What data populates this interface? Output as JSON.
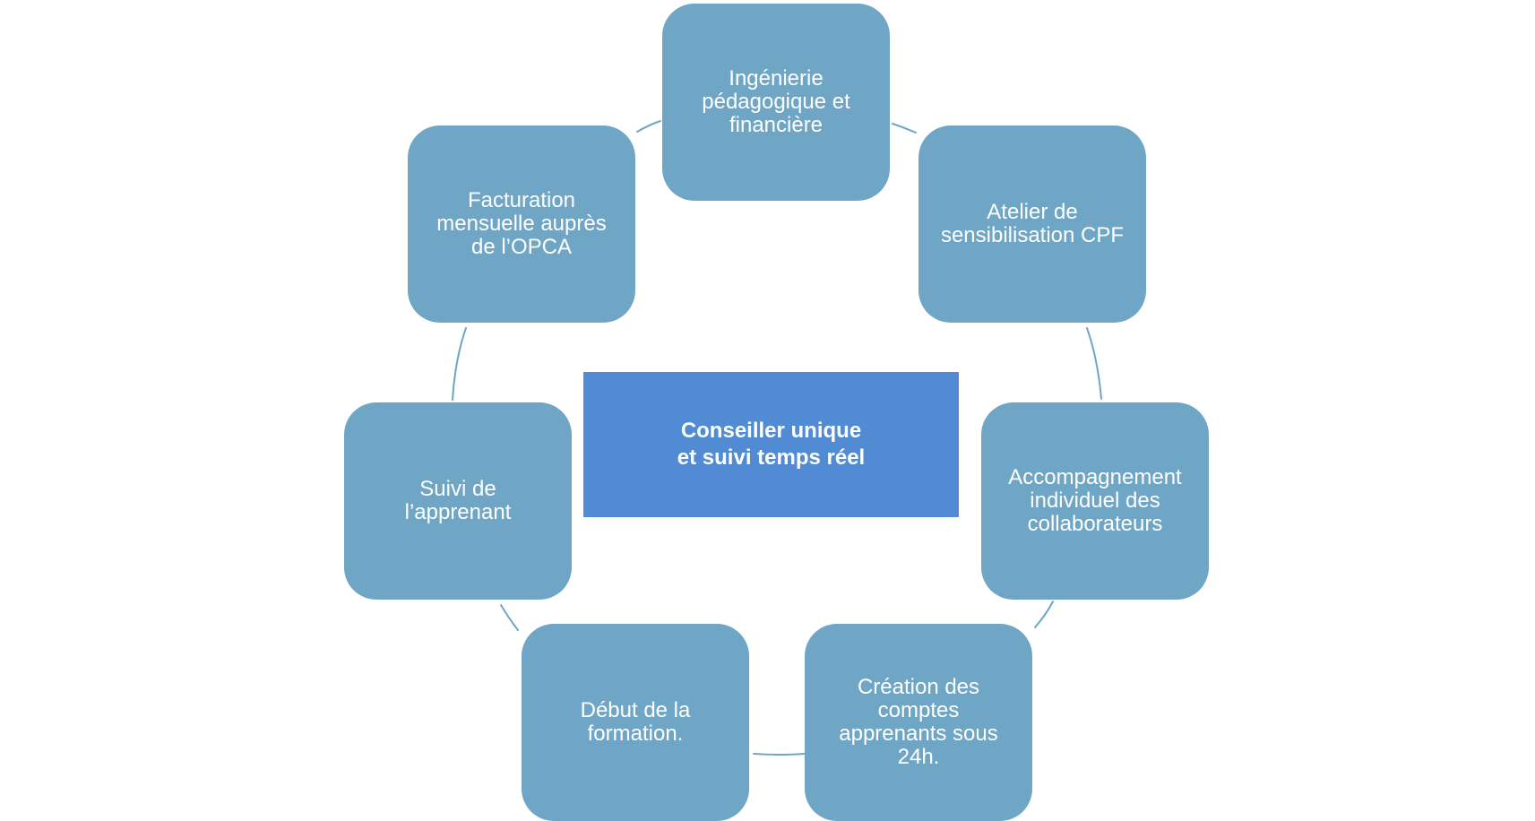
{
  "diagram": {
    "center": {
      "label": "Conseiller unique\net suivi temps réel",
      "color": "#518BD3"
    },
    "node_color": "#6FA6C6",
    "connector_color": "#6FA6C6",
    "nodes": [
      {
        "label": "Ingénierie\npédagogique et\nfinancière"
      },
      {
        "label": "Atelier de\nsensibilisation CPF"
      },
      {
        "label": "Accompagnement\nindividuel des\ncollaborateurs"
      },
      {
        "label": "Création des\ncomptes\napprenants sous\n24h."
      },
      {
        "label": "Début de la\nformation."
      },
      {
        "label": "Suivi de\nl’apprenant"
      },
      {
        "label": "Facturation\nmensuelle auprès\nde l’OPCA"
      }
    ]
  }
}
